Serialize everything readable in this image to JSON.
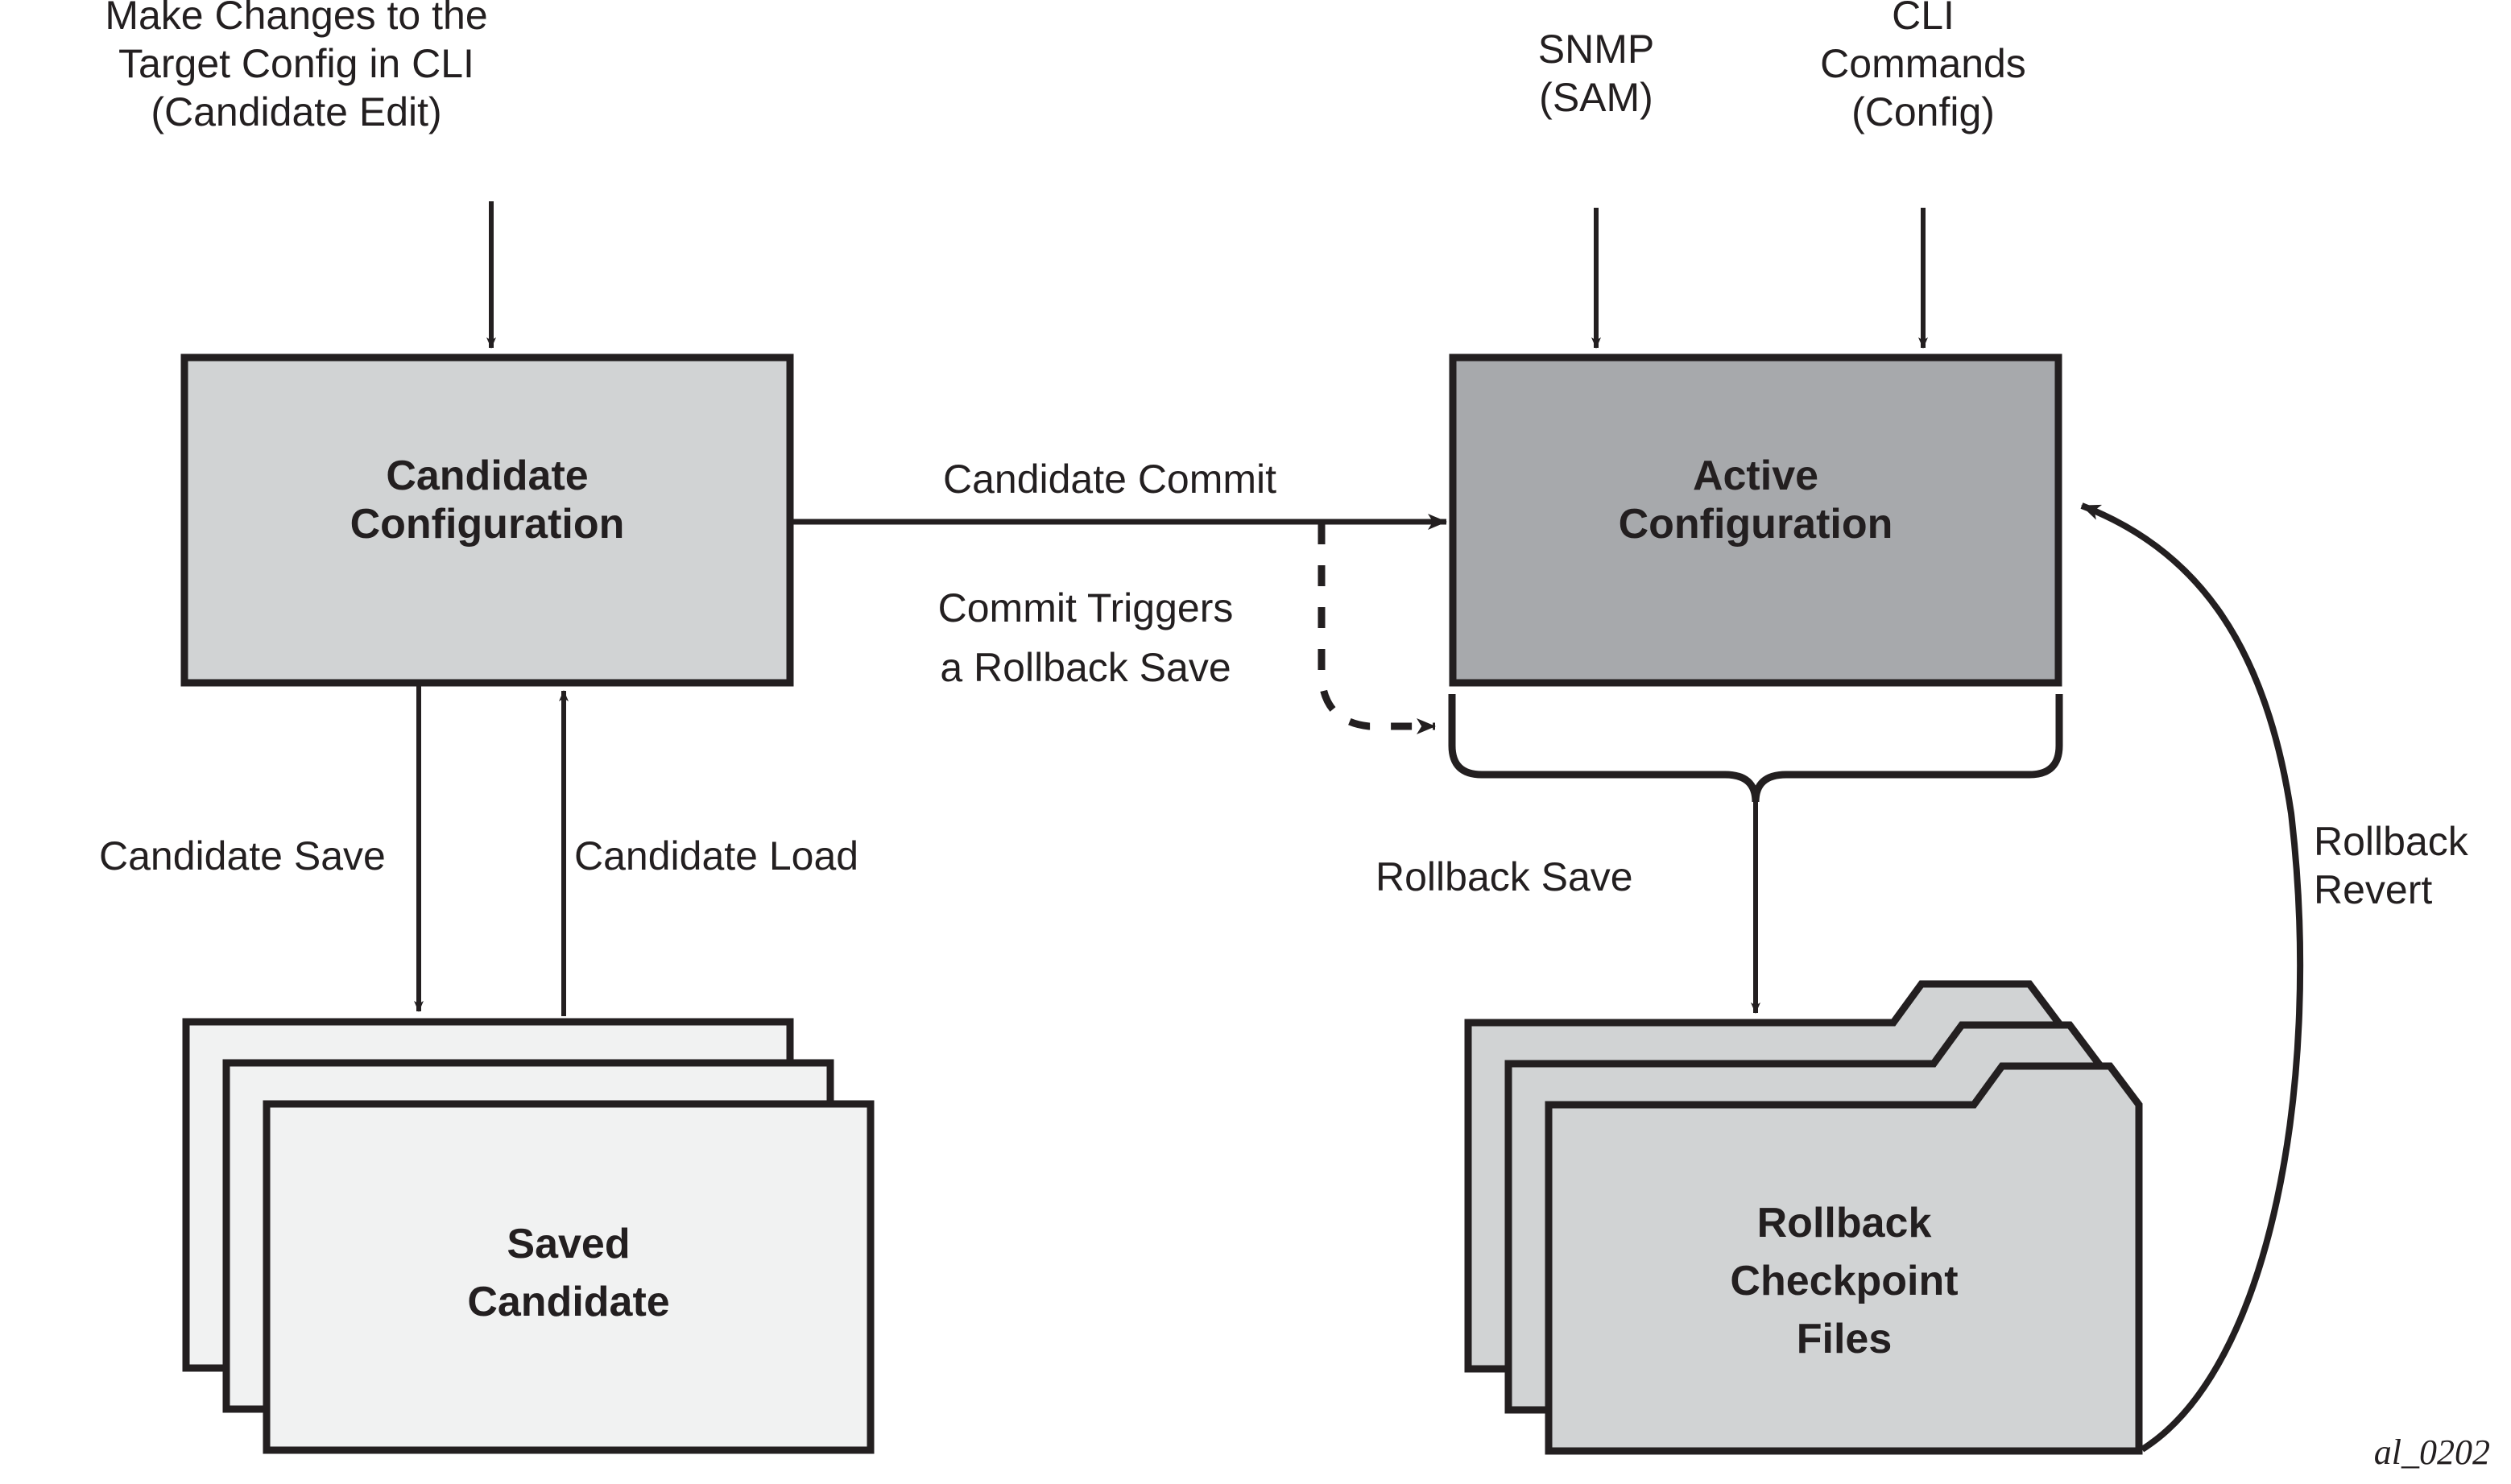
{
  "diagram": {
    "caption": "al_0202",
    "colors": {
      "stroke": "#231f20",
      "candidate_fill": "#d1d3d4",
      "active_fill": "#a7a9ac",
      "saved_candidate_fill": "#f1f2f2",
      "rollback_folder_fill": "#d1d3d4",
      "background": "#ffffff"
    },
    "inputs": [
      {
        "id": "candidate-edit-input",
        "lines": [
          "Make Changes to the",
          "Target Config in CLI",
          "(Candidate Edit)"
        ]
      },
      {
        "id": "snmp-input",
        "lines": [
          "SNMP",
          "(SAM)"
        ]
      },
      {
        "id": "cli-commands-input",
        "lines": [
          "CLI",
          "Commands",
          "(Config)"
        ]
      }
    ],
    "nodes": [
      {
        "id": "candidate-configuration",
        "lines": [
          "Candidate",
          "Configuration"
        ],
        "shape": "rect"
      },
      {
        "id": "active-configuration",
        "lines": [
          "Active",
          "Configuration"
        ],
        "shape": "rect"
      },
      {
        "id": "saved-candidate",
        "lines": [
          "Saved",
          "Candidate"
        ],
        "shape": "stacked-rect"
      },
      {
        "id": "rollback-checkpoint-files",
        "lines": [
          "Rollback",
          "Checkpoint",
          "Files"
        ],
        "shape": "stacked-folder"
      }
    ],
    "flows": [
      {
        "id": "candidate-commit",
        "lines": [
          "Candidate Commit"
        ],
        "style": "solid",
        "from": "candidate-configuration",
        "to": "active-configuration"
      },
      {
        "id": "commit-triggers-rollback-save",
        "lines": [
          "Commit Triggers",
          "a Rollback Save"
        ],
        "style": "dashed",
        "from": "candidate-commit",
        "to": "active-configuration-brace"
      },
      {
        "id": "candidate-save",
        "lines": [
          "Candidate Save"
        ],
        "style": "solid",
        "from": "candidate-configuration",
        "to": "saved-candidate"
      },
      {
        "id": "candidate-load",
        "lines": [
          "Candidate Load"
        ],
        "style": "solid",
        "from": "saved-candidate",
        "to": "candidate-configuration"
      },
      {
        "id": "rollback-save",
        "lines": [
          "Rollback Save"
        ],
        "style": "solid",
        "from": "active-configuration",
        "to": "rollback-checkpoint-files"
      },
      {
        "id": "rollback-revert",
        "lines": [
          "Rollback",
          "Revert"
        ],
        "style": "curved",
        "from": "rollback-checkpoint-files",
        "to": "active-configuration"
      }
    ]
  }
}
